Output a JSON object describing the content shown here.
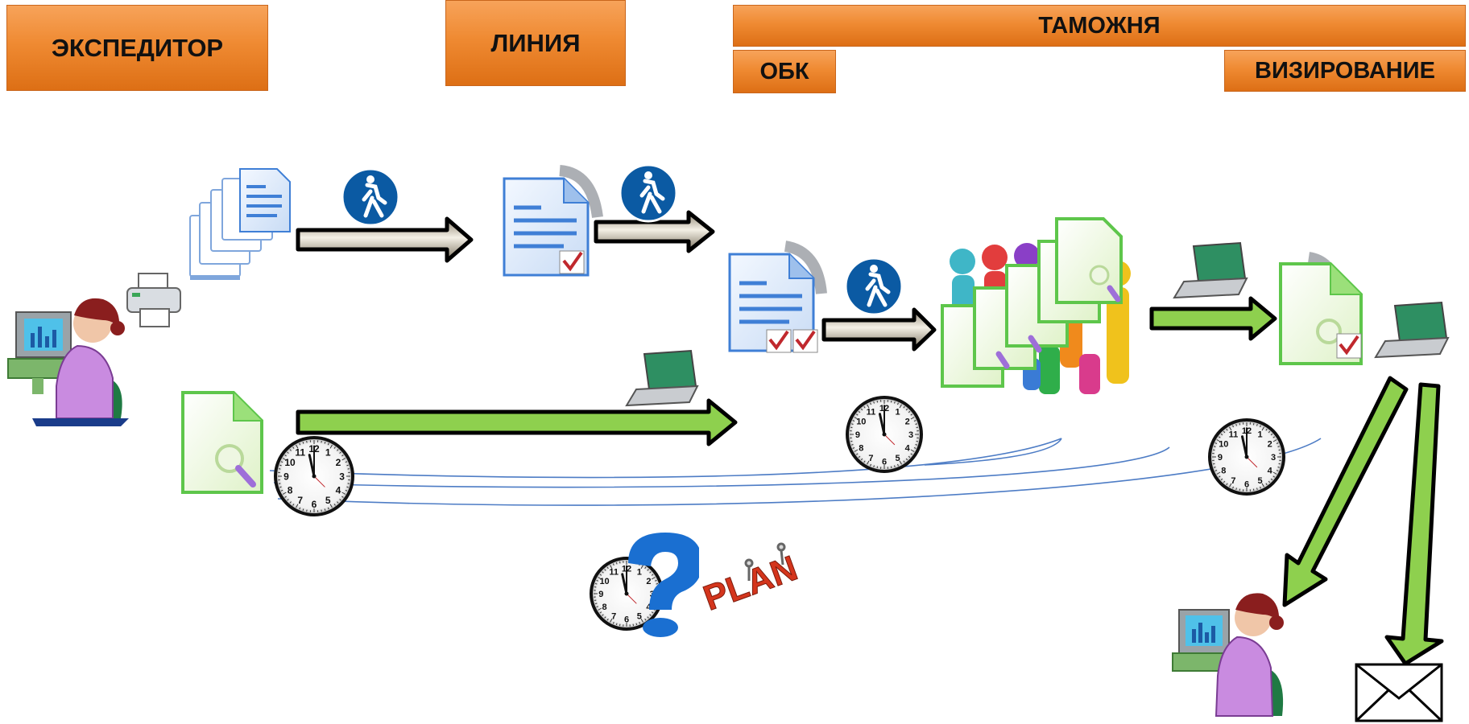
{
  "headers": {
    "expeditor": "ЭКСПЕДИТОР",
    "line": "ЛИНИЯ",
    "customs": "ТАМОЖНЯ",
    "obk": "ОБК",
    "vizirovanie": "ВИЗИРОВАНИЕ"
  },
  "plan_text": "PLAN",
  "clock_numbers": [
    "12",
    "1",
    "2",
    "3",
    "4",
    "5",
    "6",
    "7",
    "8",
    "9",
    "10",
    "11"
  ],
  "colors": {
    "header_orange": "#ef8a32",
    "arrow_green": "#8ed04e",
    "arrow_gray": "#b3ab9b",
    "doc_blue": "#3f7fd6",
    "walk_sign_blue": "#0b5aa3",
    "question_blue": "#1a6fd1",
    "plan_red": "#d4351c",
    "connector_blue": "#4d7cc5"
  },
  "icons": [
    "person-at-computer-icon",
    "printer-icon",
    "document-stack-icon",
    "document-icon",
    "pedestrian-sign-icon",
    "laptop-icon",
    "electronic-document-icon",
    "crowd-icon",
    "clock-icon",
    "question-mark-icon",
    "envelope-icon"
  ]
}
